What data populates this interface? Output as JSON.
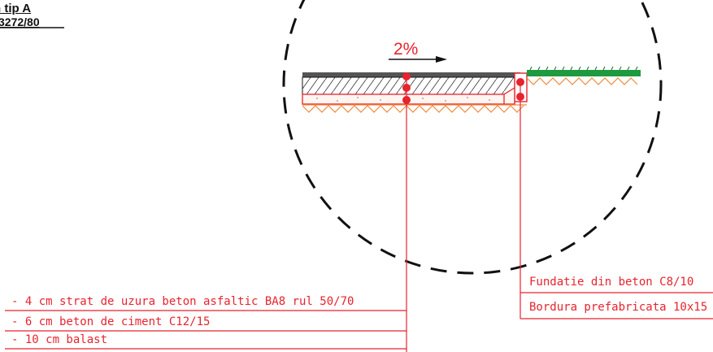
{
  "title": {
    "line1": "n tip A",
    "line2": "3272/80"
  },
  "slope": {
    "label": "2%"
  },
  "layers": [
    "- 4 cm strat de uzura beton asfaltic BA8 rul 50/70",
    "- 6 cm beton de ciment C12/15",
    "- 10 cm balast"
  ],
  "curb": {
    "foundation": "Fundatie din beton C8/10",
    "border": "Bordura prefabricata 10x15"
  },
  "colors": {
    "annotation_red": "#e8232e",
    "grass_green": "#1f9a3f",
    "soil_orange": "#f08a3c",
    "asphalt_gray": "#555555",
    "outline_black": "#111111"
  }
}
